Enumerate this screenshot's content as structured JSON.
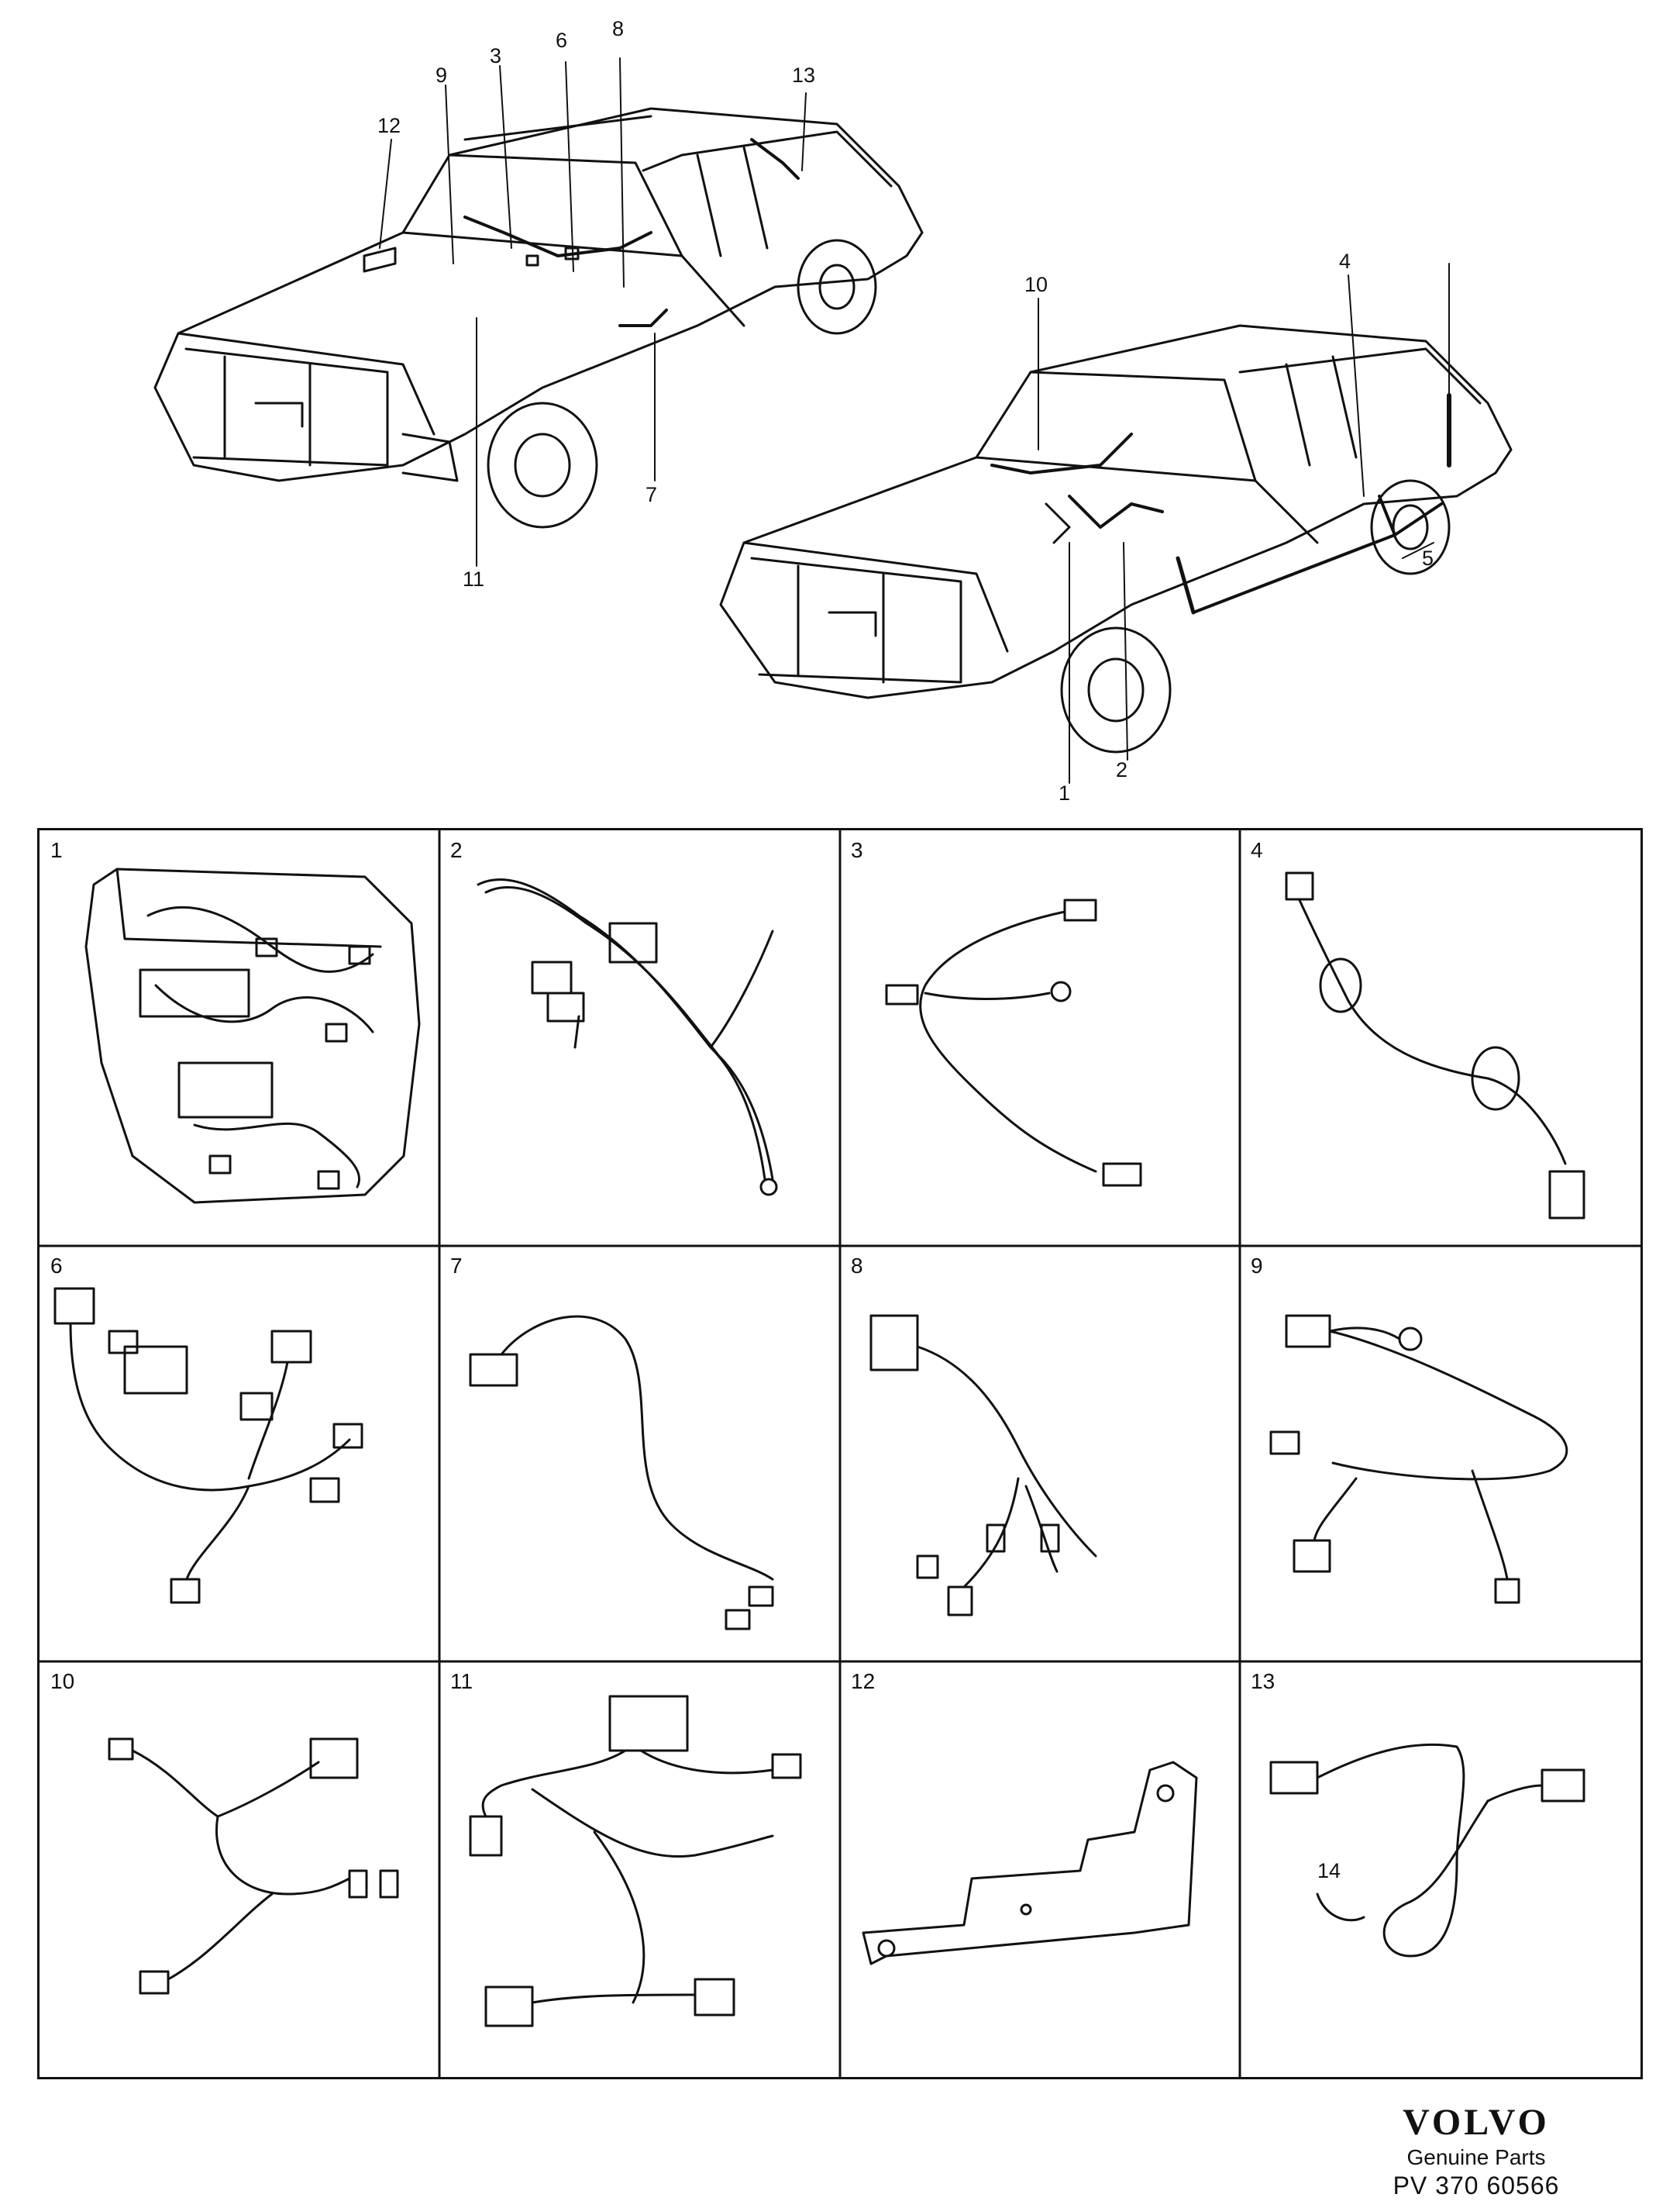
{
  "overview": {
    "left_car_callouts": [
      "12",
      "9",
      "3",
      "6",
      "8",
      "13",
      "7",
      "11"
    ],
    "right_car_callouts": [
      "10",
      "4",
      "5",
      "2",
      "1"
    ]
  },
  "panels": [
    {
      "number": "1",
      "icon": "dashboard-harness-icon"
    },
    {
      "number": "2",
      "icon": "harness-branch-icon"
    },
    {
      "number": "3",
      "icon": "harness-y-cable-icon"
    },
    {
      "number": "4",
      "icon": "grommet-cable-icon"
    },
    {
      "number": "6",
      "icon": "multi-connector-harness-icon"
    },
    {
      "number": "7",
      "icon": "single-cable-icon"
    },
    {
      "number": "8",
      "icon": "plug-harness-icon"
    },
    {
      "number": "9",
      "icon": "ring-terminal-harness-icon"
    },
    {
      "number": "10",
      "icon": "split-harness-icon"
    },
    {
      "number": "11",
      "icon": "large-connector-harness-icon"
    },
    {
      "number": "12",
      "icon": "bracket-icon"
    },
    {
      "number": "13",
      "icon": "extension-cable-icon",
      "extra_label": "14"
    }
  ],
  "brand": {
    "logo": "VOLVO",
    "subtitle": "Genuine Parts",
    "reference": "PV 370  60566"
  }
}
